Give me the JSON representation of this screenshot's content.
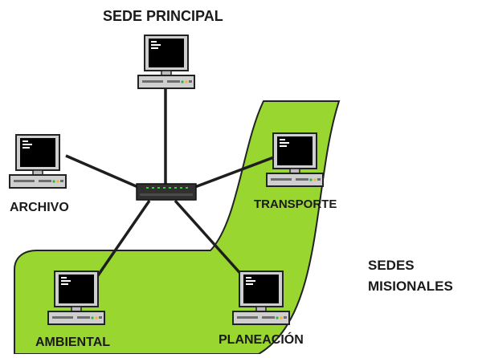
{
  "region": {
    "line1": "SEDES",
    "line2": "MISIONALES",
    "fill_color": "#99d630"
  },
  "hub": {
    "icon": "network-switch-icon"
  },
  "nodes": {
    "principal": {
      "label": "SEDE PRINCIPAL",
      "icon": "computer-icon"
    },
    "archivo": {
      "label": "ARCHIVO",
      "icon": "computer-icon"
    },
    "transporte": {
      "label": "TRANSPORTE",
      "icon": "computer-icon"
    },
    "ambiental": {
      "label": "AMBIENTAL",
      "icon": "computer-icon"
    },
    "planeacion": {
      "label": "PLANEACIÓN",
      "icon": "computer-icon"
    }
  }
}
